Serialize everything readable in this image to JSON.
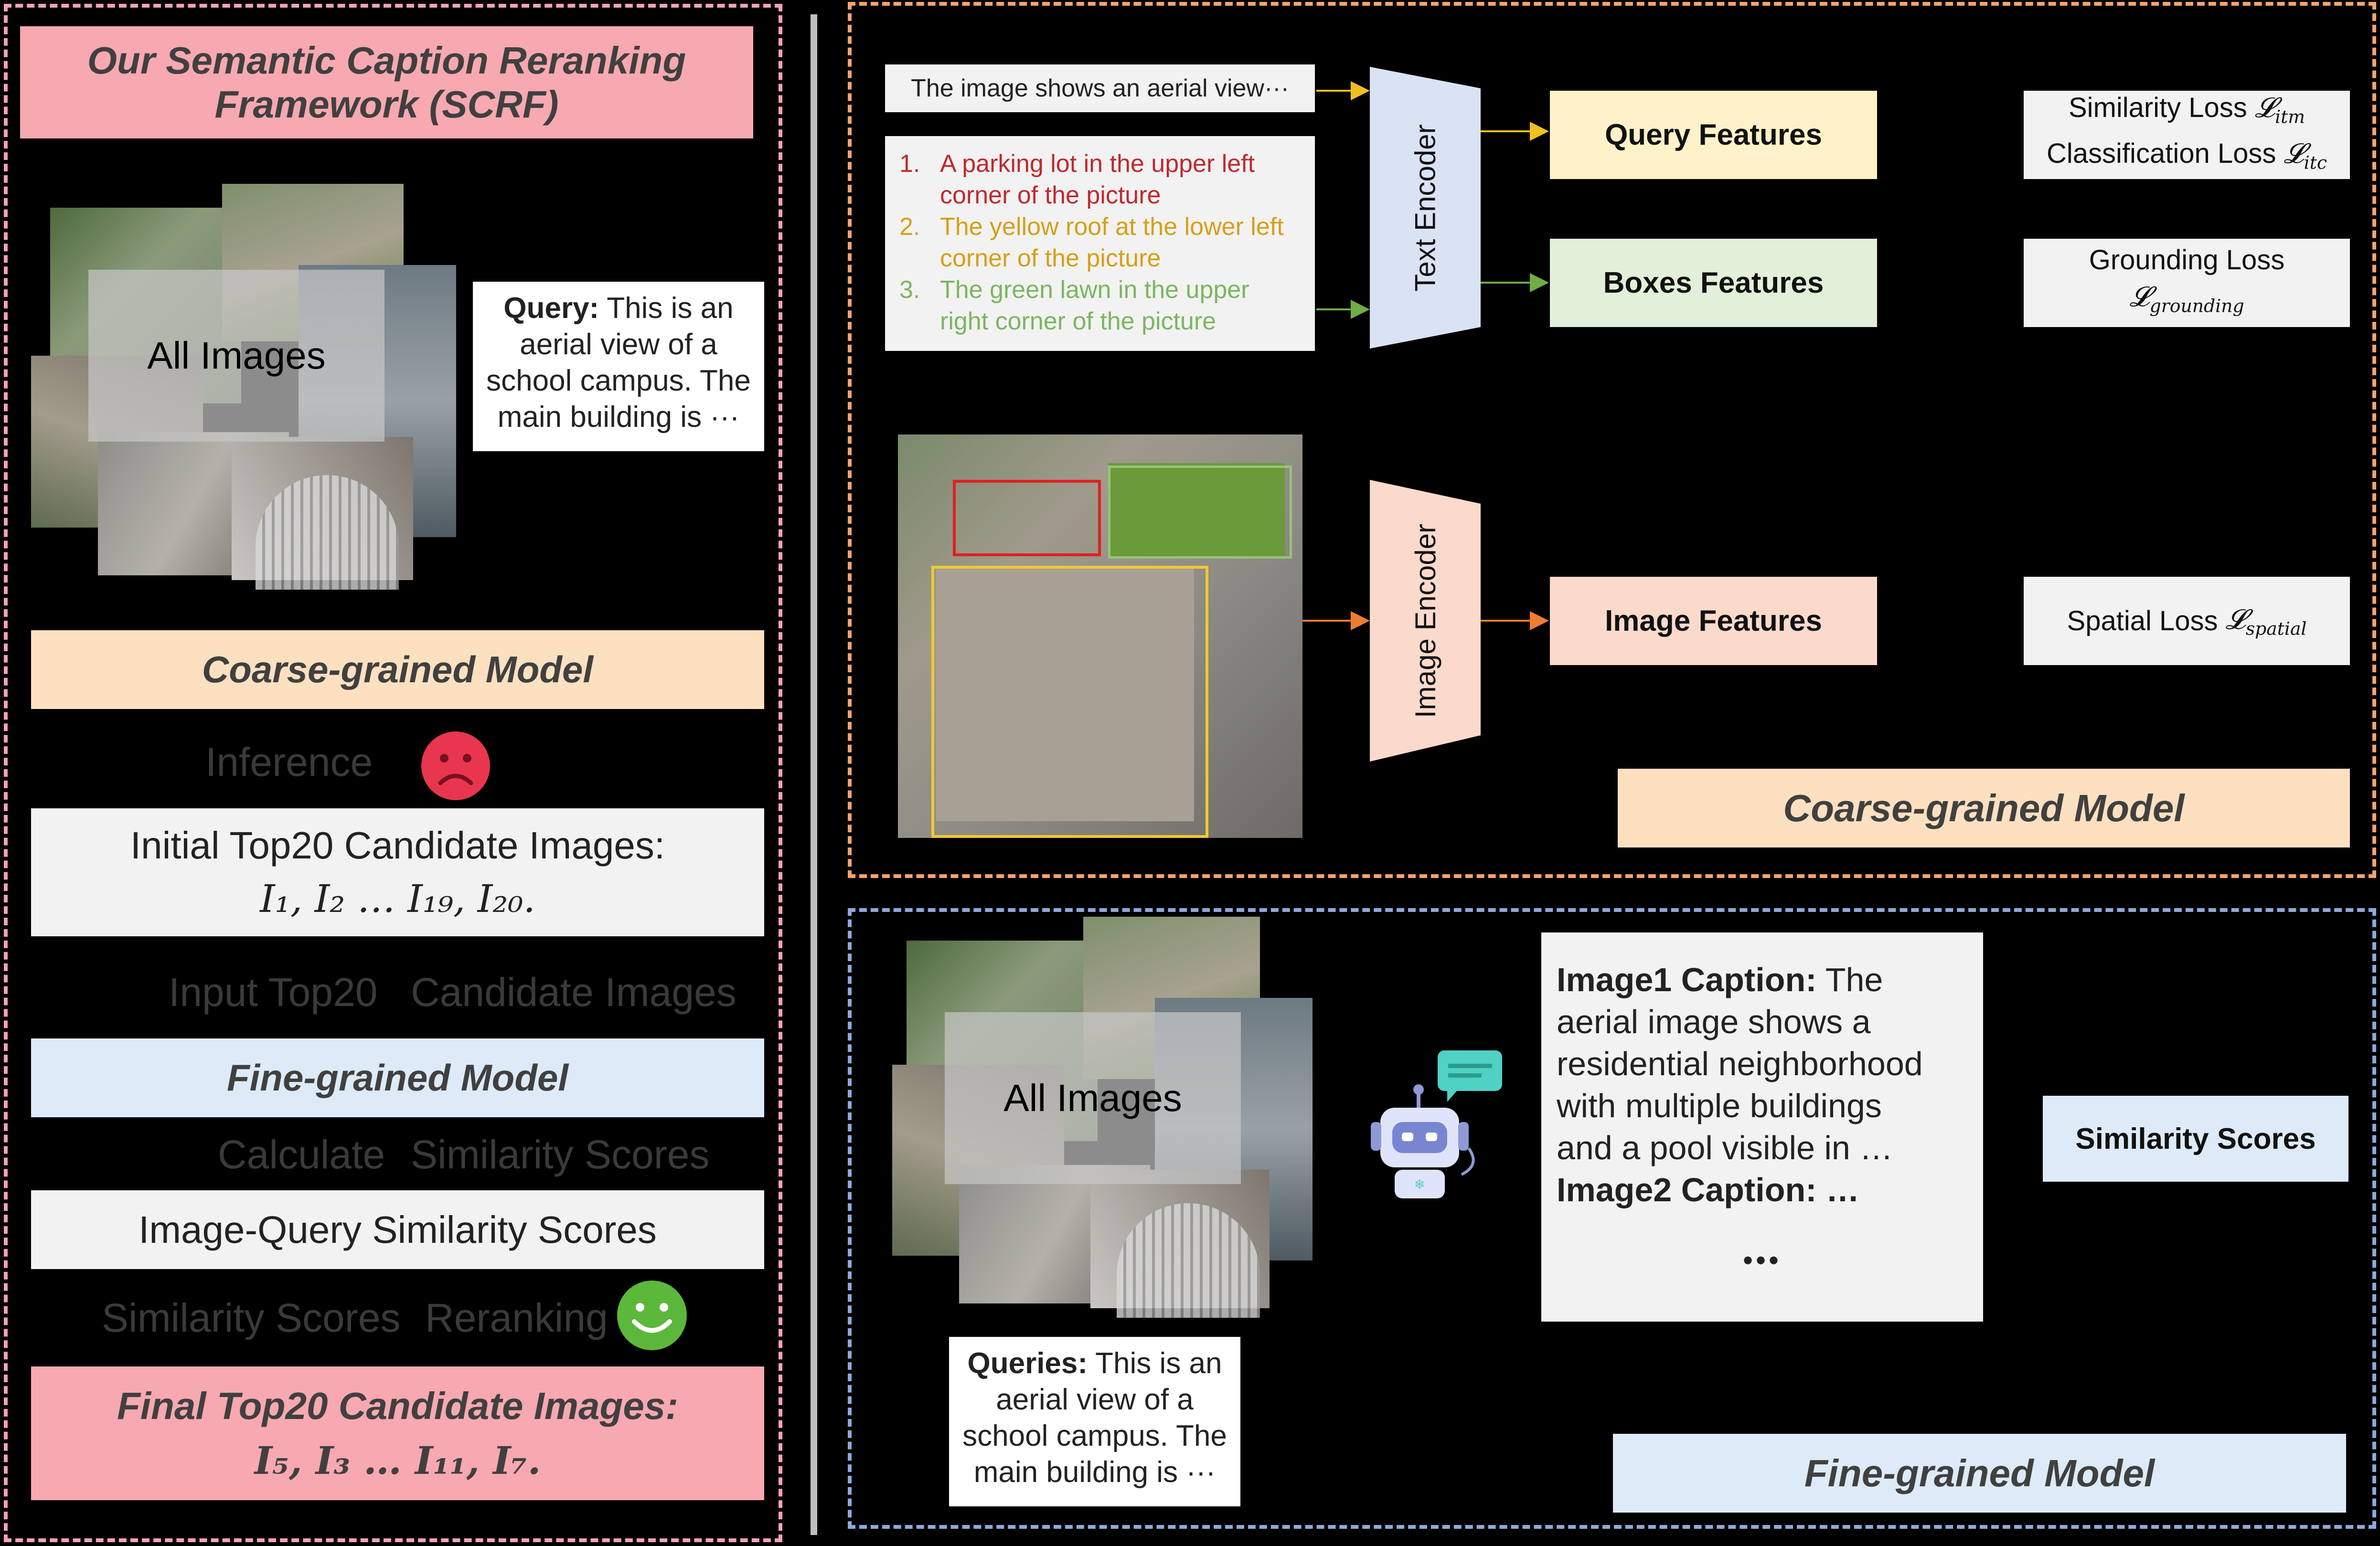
{
  "left_panel": {
    "title_line1": "Our Semantic Caption Reranking",
    "title_line2": "Framework (SCRF)",
    "all_images_label": "All Images",
    "query_label": "Query:",
    "query_lines": [
      "This is an",
      "aerial view of a",
      "school campus. The",
      "main building is ···"
    ],
    "coarse_model": "Coarse-grained Model",
    "inference": "Inference",
    "initial_candidates_title": "Initial Top20 Candidate Images:",
    "initial_candidates_formula": "I₁, I₂ … I₁₉, I₂₀.",
    "input_top20": "Input Top20",
    "candidate_images": "Candidate Images",
    "fine_model": "Fine-grained Model",
    "calculate": "Calculate",
    "similarity_scores_step": "Similarity Scores",
    "image_query_scores": "Image-Query Similarity Scores",
    "similarity_scores": "Similarity Scores",
    "reranking": "Reranking",
    "final_candidates_title": "Final Top20 Candidate Images:",
    "final_candidates_formula": "I₅, I₃ … I₁₁, I₇."
  },
  "coarse_panel": {
    "text_input": "The image shows an aerial view···",
    "phrases": [
      {
        "num": "1.",
        "line1": "A parking lot in the upper left",
        "line2": "corner of the picture",
        "color": "#c0282d"
      },
      {
        "num": "2.",
        "line1": "The yellow roof at the lower left",
        "line2": "corner of the picture",
        "color": "#d4a017"
      },
      {
        "num": "3.",
        "line1": "The green lawn in the upper",
        "line2": "right corner of the picture",
        "color": "#7bb661"
      }
    ],
    "text_encoder": "Text Encoder",
    "image_encoder": "Image Encoder",
    "query_features": "Query Features",
    "boxes_features": "Boxes Features",
    "image_features": "Image Features",
    "similarity_loss": "Similarity Loss",
    "classification_loss": "Classification Loss",
    "grounding_loss": "Grounding Loss",
    "spatial_loss": "Spatial Loss",
    "loss_itm": "itm",
    "loss_itc": "itc",
    "loss_grounding": "grounding",
    "loss_spatial": "spatial",
    "model_label": "Coarse-grained Model"
  },
  "fine_panel": {
    "all_images_label": "All Images",
    "caption1_label": "Image1 Caption:",
    "caption1_lines": [
      "The",
      "aerial image shows a",
      "residential neighborhood",
      "with multiple buildings",
      "and a pool visible in …"
    ],
    "caption2_label": "Image2 Caption: …",
    "ellipsis": "•••",
    "similarity_scores": "Similarity Scores",
    "queries_label": "Queries:",
    "queries_lines": [
      "This is an",
      "aerial view of a",
      "school campus. The",
      "main building is ···"
    ],
    "model_label": "Fine-grained Model"
  },
  "colors": {
    "pink": "#f8a8b0",
    "peach": "#fde0c0",
    "light_blue": "#ddeaf7",
    "light_gray": "#f2f2f2",
    "yellow": "#fff2c8",
    "green": "#e2efd9",
    "encoder": "#dae3f3",
    "salmon": "#fcdacb",
    "dash_pink": "#f4a3b5",
    "dash_orange": "#f4a46e",
    "dash_blue": "#8ea9db"
  }
}
